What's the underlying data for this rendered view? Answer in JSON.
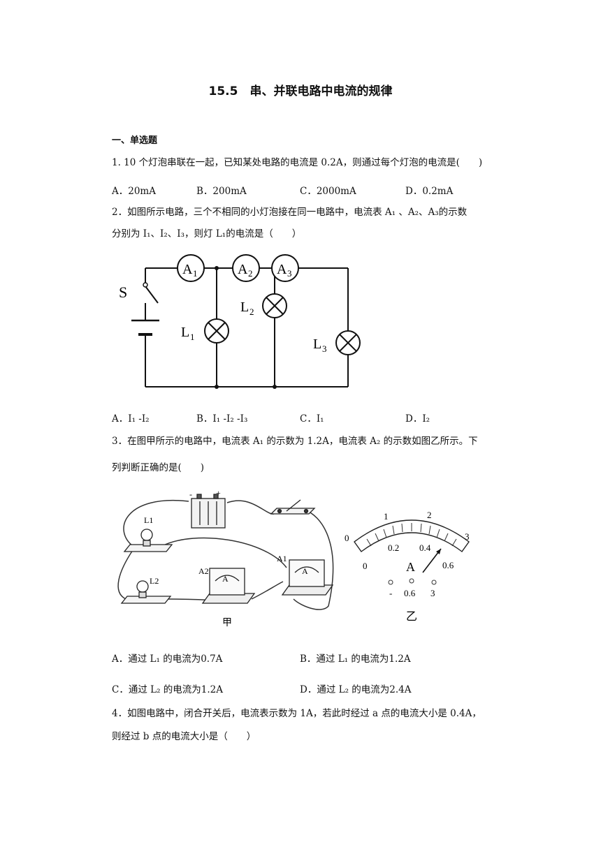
{
  "title": "15.5　串、并联电路中电流的规律",
  "section": "一、单选题",
  "q1": {
    "stem": "1. 10 个灯泡串联在一起，已知某处电路的电流是 0.2A，则通过每个灯泡的电流是(　　)",
    "options": [
      "A．20mA",
      "B．200mA",
      "C．2000mA",
      "D．0.2mA"
    ]
  },
  "q2": {
    "stem_line1": "2．如图所示电路，三个不相同的小灯泡接在同一电路中，电流表 A₁ 、A₂、A₃的示数",
    "stem_line2": "分别为 I₁、I₂、I₃，则灯 L₁的电流是（　　）",
    "options": [
      "A．I₁ -I₂",
      "B．I₁ -I₂ -I₃",
      "C．I₁",
      "D．I₂"
    ],
    "figure": {
      "switch": "S",
      "meters": [
        "A",
        "A",
        "A"
      ],
      "meter_subs": [
        "1",
        "2",
        "3"
      ],
      "lamps": [
        "L",
        "L",
        "L"
      ],
      "lamp_subs": [
        "1",
        "2",
        "3"
      ]
    }
  },
  "q3": {
    "stem_line1": "3．在图甲所示的电路中，电流表 A₁ 的示数为 1.2A，电流表 A₂ 的示数如图乙所示。下",
    "stem_line2": "列判断正确的是(　　)",
    "options": [
      "A．通过 L₁ 的电流为0.7A",
      "B．通过 L₁ 的电流为1.2A",
      "C．通过 L₂ 的电流为1.2A",
      "D．通过 L₂ 的电流为2.4A"
    ],
    "figure_left": {
      "caption": "甲",
      "lamp1": "L1",
      "lamp2": "L2",
      "meter1": "A1",
      "meter2": "A2",
      "meter_face": "A",
      "battery_minus": "-",
      "battery_plus": "+"
    },
    "figure_right": {
      "caption": "乙",
      "upper_scale": [
        "0",
        "1",
        "2",
        "3"
      ],
      "lower_scale": [
        "0",
        "0.2",
        "0.4",
        "0.6"
      ],
      "unit": "A",
      "terminals": [
        "-",
        "0.6",
        "3"
      ]
    }
  },
  "q4": {
    "stem_line1": "4．如图电路中，闭合开关后，电流表示数为 1A，若此时经过 a 点的电流大小是 0.4A，",
    "stem_line2": "则经过 b 点的电流大小是（　　）"
  }
}
